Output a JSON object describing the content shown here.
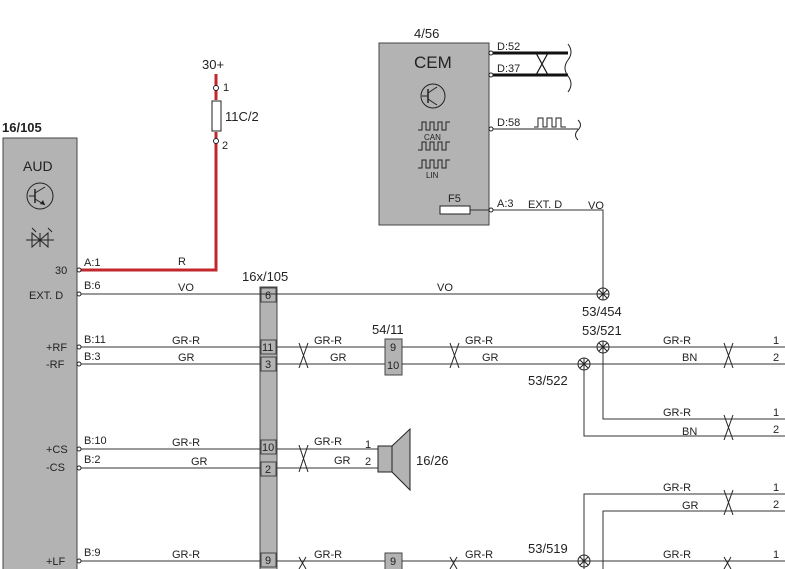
{
  "components": {
    "aud": {
      "ref": "16/105",
      "name": "AUD",
      "pins": {
        "a1_label": "30",
        "a1": "A:1",
        "b6_label": "EXT. D",
        "b6": "B:6",
        "b11_label": "+RF",
        "b11": "B:11",
        "b3_label": "-RF",
        "b3": "B:3",
        "b10_label": "+CS",
        "b10": "B:10",
        "b2_label": "-CS",
        "b2": "B:2",
        "b9_label": "+LF",
        "b9": "B:9"
      }
    },
    "cem": {
      "ref": "4/56",
      "name": "CEM",
      "can": "CAN",
      "lin": "LIN",
      "fuse": "F5",
      "pins": {
        "d52": "D:52",
        "d37": "D:37",
        "d58": "D:58",
        "a3": "A:3"
      },
      "ext_label": "EXT. D"
    },
    "fuse_11c2": {
      "ref": "11C/2",
      "supply": "30+",
      "pin1": "1",
      "pin2": "2"
    },
    "connector_16x105": {
      "ref": "16x/105",
      "pins": [
        "6",
        "11",
        "3",
        "10",
        "2",
        "9"
      ]
    },
    "connector_54_11": {
      "ref": "54/11",
      "pins": [
        "9",
        "10",
        "9"
      ]
    },
    "speaker": {
      "ref": "16/26",
      "pin1": "1",
      "pin2": "2"
    },
    "splices": [
      "53/454",
      "53/521",
      "53/522",
      "53/519"
    ]
  },
  "wire_colors": {
    "r": "R",
    "vo": "VO",
    "gr_r": "GR-R",
    "gr": "GR",
    "bn": "BN"
  },
  "right_pins": [
    "1",
    "2",
    "1",
    "2",
    "1",
    "2",
    "1"
  ],
  "colors": {
    "power_wire": "#c0282d",
    "component_fill": "#b3b3b3"
  }
}
